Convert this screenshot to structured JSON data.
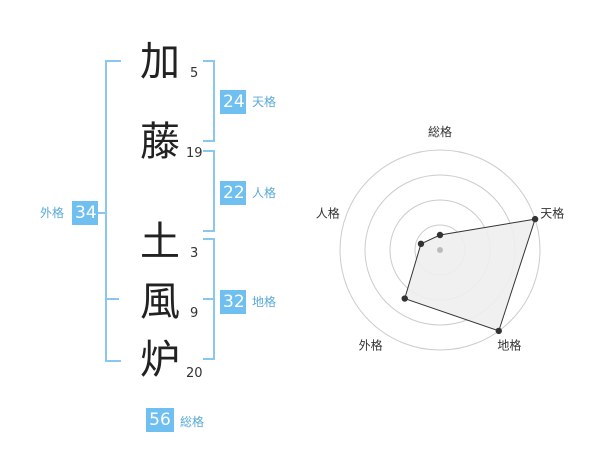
{
  "name": {
    "characters": [
      {
        "char": "加",
        "strokes": "5"
      },
      {
        "char": "藤",
        "strokes": "19"
      },
      {
        "char": "土",
        "strokes": "3"
      },
      {
        "char": "風",
        "strokes": "9"
      },
      {
        "char": "炉",
        "strokes": "20"
      }
    ]
  },
  "fortunes": {
    "tenkaku": {
      "value": "24",
      "label": "天格"
    },
    "jinkaku": {
      "value": "22",
      "label": "人格"
    },
    "chikaku": {
      "value": "32",
      "label": "地格"
    },
    "gaikaku": {
      "value": "34",
      "label": "外格"
    },
    "soukaku": {
      "value": "56",
      "label": "総格"
    }
  },
  "chart_data": {
    "type": "radar",
    "axes": [
      "総格",
      "天格",
      "地格",
      "外格",
      "人格"
    ],
    "values": [
      0.15,
      1.0,
      1.0,
      0.6,
      0.2
    ],
    "rings": 4,
    "colors": {
      "fill": "#eeeeee",
      "stroke": "#333333",
      "grid": "#cccccc",
      "center": "#bbbbbb"
    }
  }
}
